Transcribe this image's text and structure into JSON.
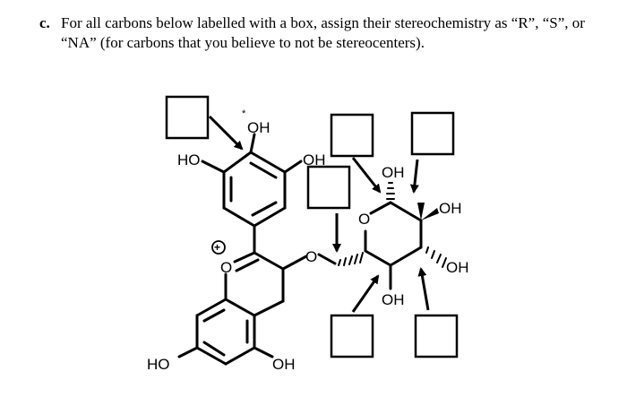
{
  "question": {
    "letter": "c.",
    "line1": "For all carbons below labelled with a box, assign their stereochemistry as “R”, “S”, or",
    "line2": "“NA” (for carbons that you believe to not be stereocenters)."
  },
  "molecule": {
    "labels": {
      "oh_top": "OH",
      "star": "*",
      "ho_left": "HO",
      "oh_ring": "OH",
      "oh_sugar_top": "OH",
      "oh_sugar_right": "OH",
      "oh_sugar_lower_right": "OH",
      "oh_sugar_bottom": "OH",
      "o_ring_sugar": "O",
      "o_glycosidic": "O",
      "o_pyrylium": "O",
      "ho_bottom": "HO",
      "oh_bottom": "OH",
      "plus_sign": "+"
    },
    "answer_boxes": [
      {
        "id": "box-1",
        "value": ""
      },
      {
        "id": "box-2",
        "value": ""
      },
      {
        "id": "box-3",
        "value": ""
      },
      {
        "id": "box-4",
        "value": ""
      },
      {
        "id": "box-5",
        "value": ""
      },
      {
        "id": "box-6",
        "value": ""
      }
    ]
  }
}
